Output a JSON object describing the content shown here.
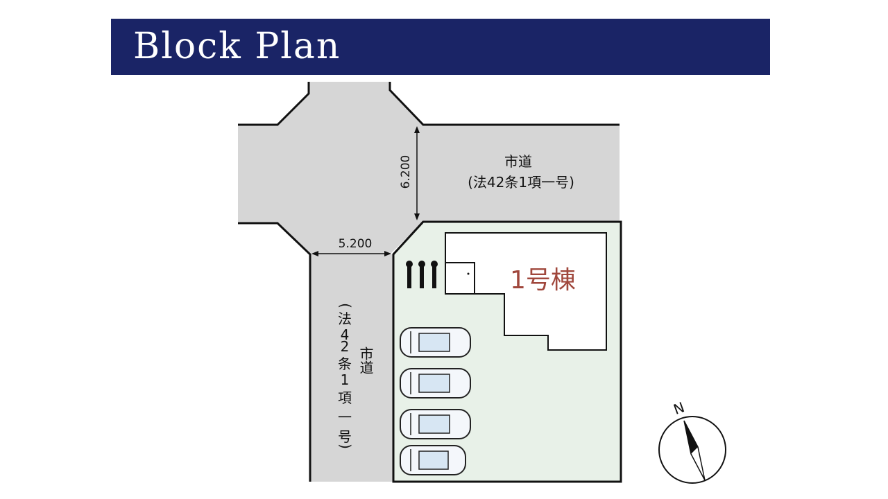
{
  "header": {
    "title": "Block Plan"
  },
  "roads": {
    "north_road_name": "市道",
    "north_road_law": "(法42条1項一号)",
    "west_road_name": "市道",
    "west_road_law_chars": [
      "(",
      "法",
      "4",
      "2",
      "条",
      "1",
      "項",
      "一",
      "号",
      ")"
    ],
    "width_vertical": "6.200",
    "width_horizontal": "5.200"
  },
  "site": {
    "building_label": "1号棟"
  },
  "compass": {
    "north_label": "N"
  },
  "colors": {
    "header_bg": "#1a2466",
    "road_fill": "#d6d6d6",
    "site_fill": "#e8f1e8",
    "building_label_color": "#a0473c",
    "outline": "#111111"
  }
}
